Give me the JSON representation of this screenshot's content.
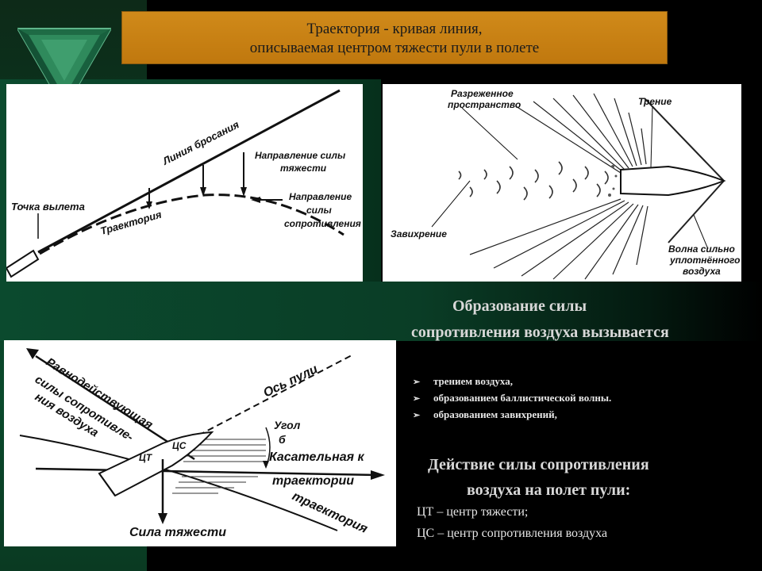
{
  "title": {
    "line1": "Траектория - кривая линия,",
    "line2": "описываемая центром тяжести пули в полете"
  },
  "diagram_trajectory": {
    "launch_point": "Точка вылета",
    "line_of_departure": "Линия бросания",
    "gravity_direction_1": "Направление силы",
    "gravity_direction_2": "тяжести",
    "trajectory": "Траектория",
    "resistance_direction_1": "Направление",
    "resistance_direction_2": "силы",
    "resistance_direction_3": "сопротивления"
  },
  "diagram_airflow": {
    "rarefied_1": "Разреженное",
    "rarefied_2": "пространство",
    "friction": "Трение",
    "vortex": "Завихрение",
    "wave_1": "Волна сильно",
    "wave_2": "уплотнённого",
    "wave_3": "воздуха"
  },
  "diagram_forces": {
    "resultant_1": "Равнодействующая",
    "resultant_2": "силы сопротивле-",
    "resultant_3": "ния воздуха",
    "bullet_axis": "Ось пули",
    "angle_1": "Угол",
    "angle_2": "б",
    "cs": "ЦС",
    "ct": "ЦТ",
    "tangent_1": "Касательная к",
    "tangent_2": "траектории",
    "trajectory": "траектория",
    "gravity": "Сила тяжести"
  },
  "section1": {
    "heading_line1": "Образование силы",
    "heading_line2": "сопротивления воздуха вызывается",
    "bullets": [
      "трением воздуха,",
      "образованием баллистической волны.",
      "образованием завихрений,"
    ]
  },
  "section2": {
    "heading_line1": "Действие силы сопротивления",
    "heading_line2": "воздуха на полет пули:",
    "def1": "ЦТ – центр тяжести;",
    "def2": "ЦС – центр сопротивления воздуха"
  },
  "colors": {
    "title_bg": "#c8821a",
    "green_bg": "#0b4a2e",
    "text_light": "#e6e6e6"
  }
}
